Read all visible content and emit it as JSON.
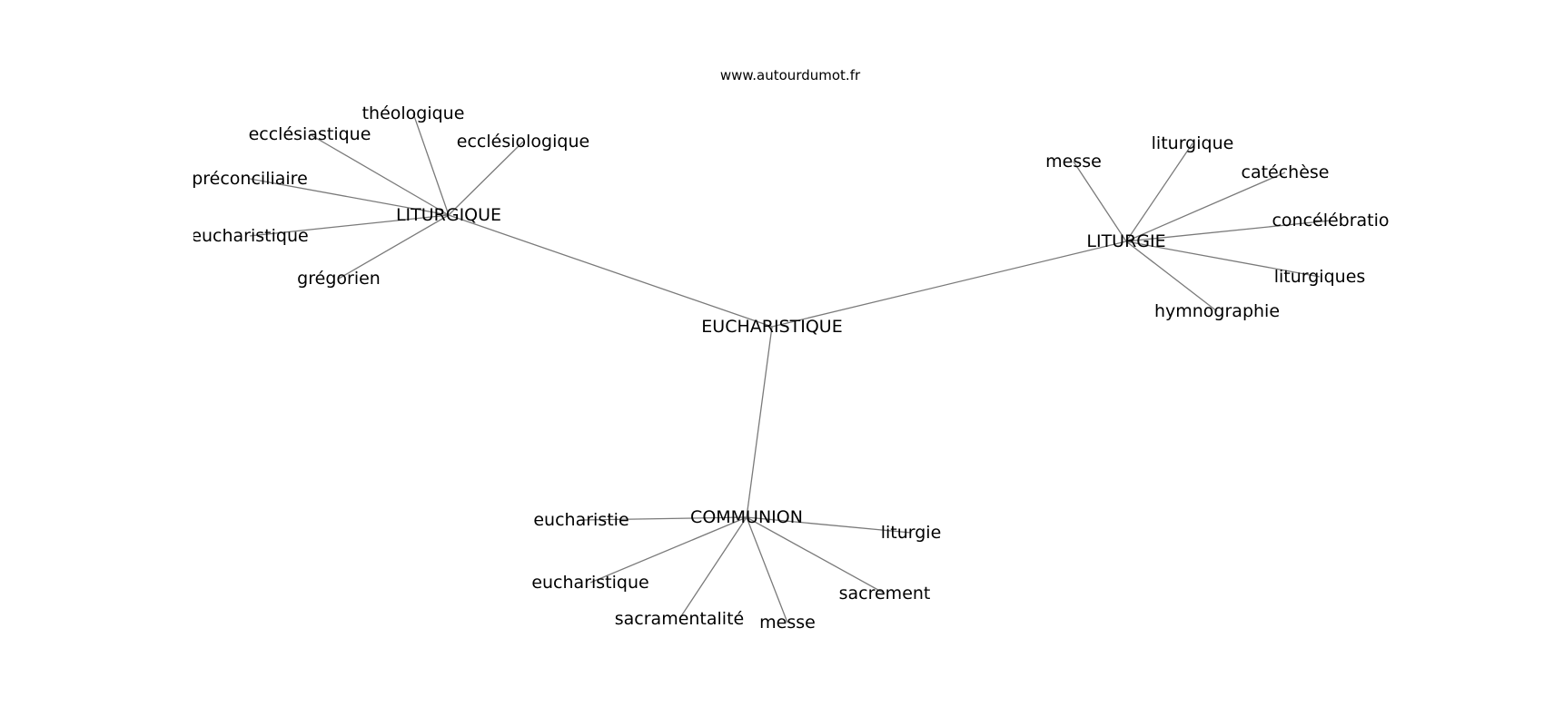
{
  "credit": "www.autourdumot.fr",
  "colors": {
    "edge": "#7a7a7a",
    "text": "#000000",
    "background": "#ffffff"
  },
  "root": {
    "id": "eucharistique-root",
    "label": "EUCHARISTIQUE"
  },
  "hubs": [
    {
      "id": "liturgique",
      "label": "LITURGIQUE",
      "leaves": [
        "théologique",
        "ecclésiastique",
        "ecclésiologique",
        "préconciliaire",
        "eucharistique",
        "grégorien"
      ]
    },
    {
      "id": "liturgie",
      "label": "LITURGIE",
      "leaves": [
        "messe",
        "liturgique",
        "catéchèse",
        "concélébratio",
        "liturgiques",
        "hymnographie"
      ]
    },
    {
      "id": "communion",
      "label": "COMMUNION",
      "leaves": [
        "eucharistie",
        "liturgie",
        "eucharistique",
        "sacrement",
        "sacramentalité",
        "messe"
      ]
    }
  ]
}
